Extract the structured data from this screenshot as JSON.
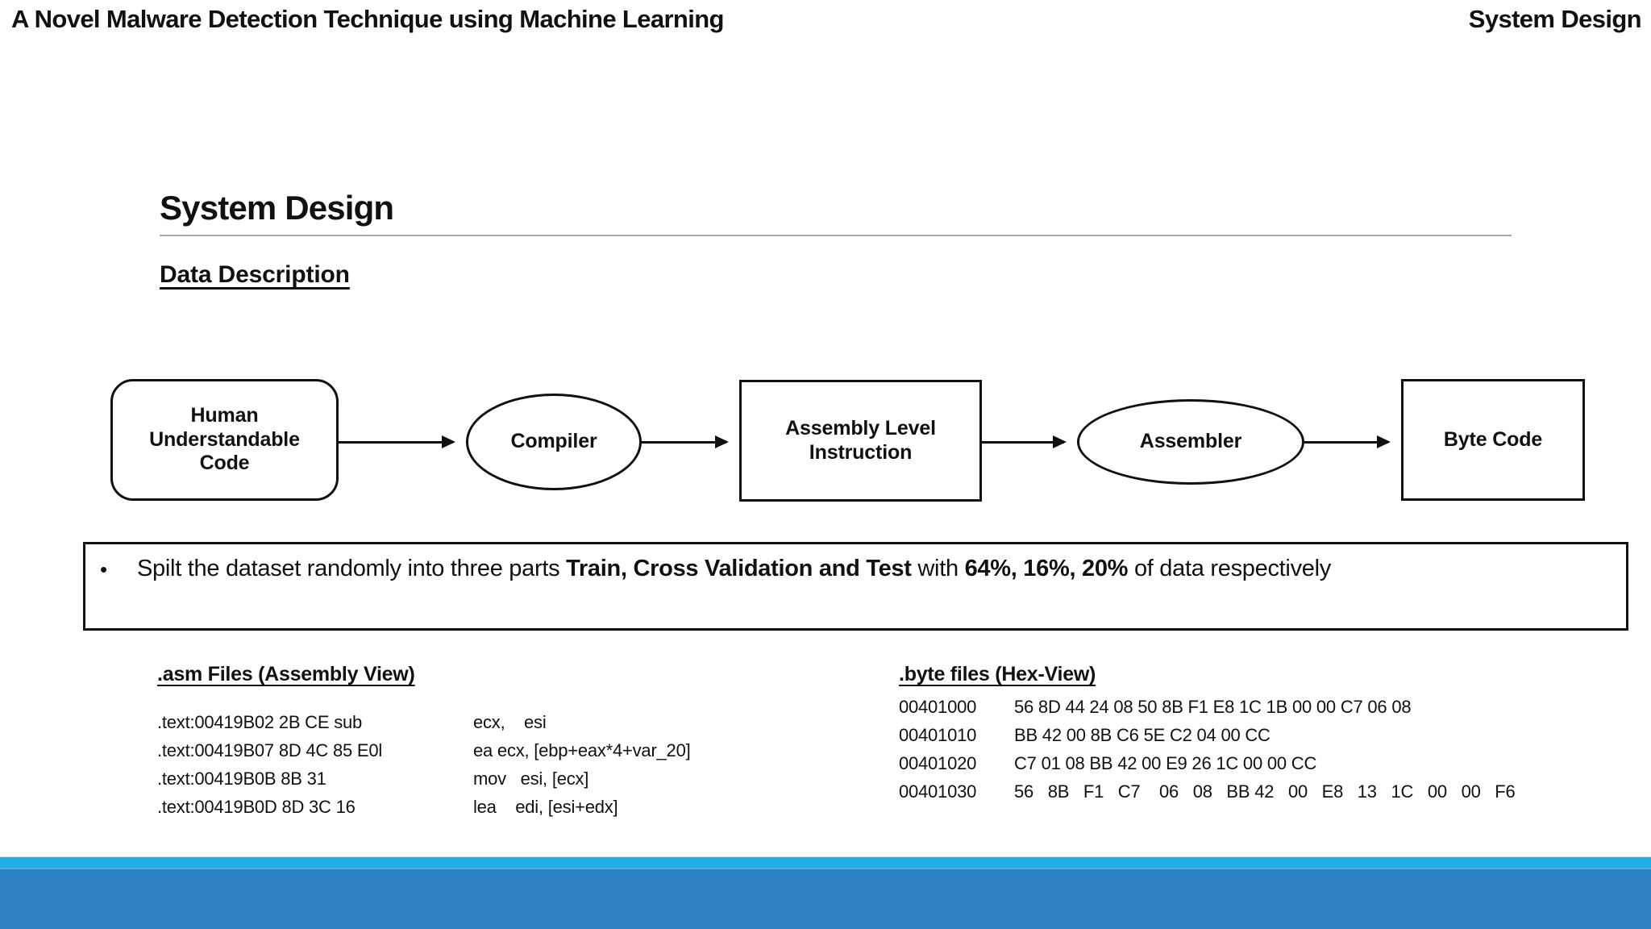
{
  "header": {
    "title_left": "A Novel Malware Detection Technique using Machine Learning",
    "title_right": "System Design"
  },
  "headings": {
    "main": "System Design",
    "sub": "Data Description"
  },
  "flowchart": {
    "nodes": [
      {
        "label": "Human Understandable Code",
        "shape": "rounded-rect"
      },
      {
        "label": "Compiler",
        "shape": "ellipse"
      },
      {
        "label": "Assembly Level Instruction",
        "shape": "rect"
      },
      {
        "label": "Assembler",
        "shape": "ellipse"
      },
      {
        "label": "Byte Code",
        "shape": "rect"
      }
    ]
  },
  "bullet": {
    "marker": "•",
    "part1": "Spilt the dataset randomly into three parts ",
    "bold1": "Train, Cross Validation and Test",
    "part2": " with ",
    "bold2": "64%, 16%, 20%",
    "part3": " of data respectively"
  },
  "asm_section": {
    "title": ".asm Files (Assembly View)",
    "rows": [
      {
        "left": ".text:00419B02 2B CE sub",
        "right": "ecx,    esi"
      },
      {
        "left": ".text:00419B07 8D 4C 85 E0l",
        "right": "ea ecx, [ebp+eax*4+var_20]"
      },
      {
        "left": ".text:00419B0B 8B 31",
        "right": "mov   esi, [ecx]"
      },
      {
        "left": ".text:00419B0D 8D 3C 16",
        "right": "lea    edi, [esi+edx]"
      }
    ]
  },
  "hex_section": {
    "title": ".byte files (Hex-View)",
    "rows": [
      {
        "address": "00401000",
        "bytes": "56 8D 44 24 08 50 8B F1 E8 1C 1B 00 00 C7 06 08"
      },
      {
        "address": "00401010",
        "bytes": "BB 42 00 8B C6 5E C2 04 00 CC"
      },
      {
        "address": "00401020",
        "bytes": "C7 01 08 BB 42 00 E9 26 1C 00 00 CC"
      },
      {
        "address": "00401030",
        "bytes": "56   8B   F1   C7    06   08   BB 42   00   E8   13   1C   00   00   F6"
      }
    ]
  },
  "colors": {
    "bar-light": "#1FADE4",
    "bar-dark": "#2A80C3",
    "rule": "#A9A9A9",
    "ink": "#111111"
  }
}
